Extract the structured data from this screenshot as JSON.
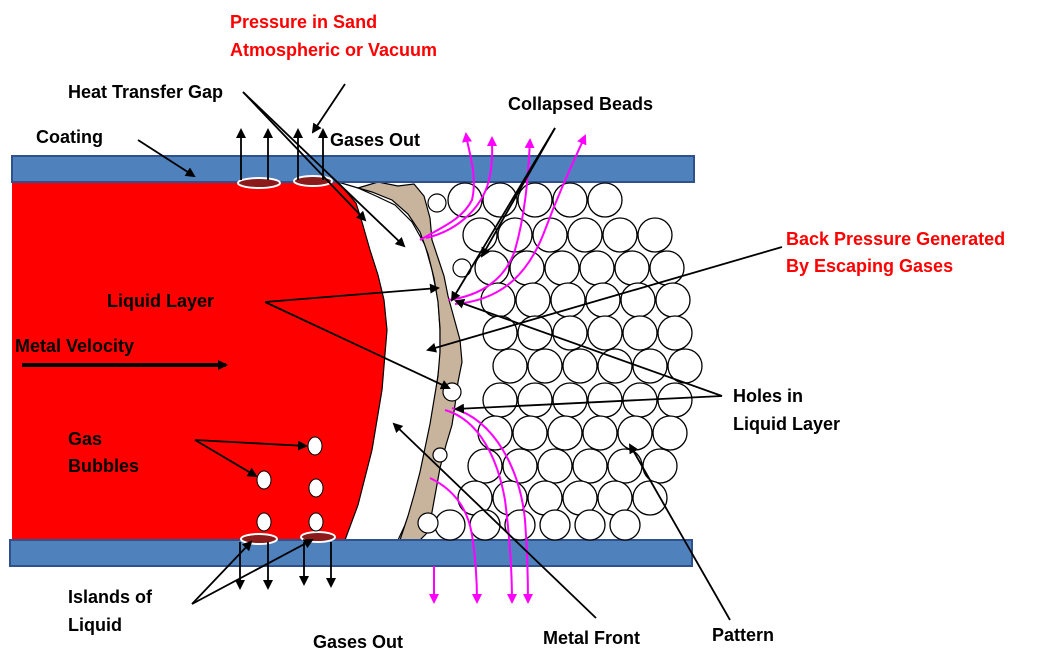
{
  "labels": {
    "pressure_line1": "Pressure in Sand",
    "pressure_line2": "Atmospheric or Vacuum",
    "heat_transfer_gap": "Heat Transfer Gap",
    "coating": "Coating",
    "gases_out_top": "Gases Out",
    "collapsed_beads": "Collapsed Beads",
    "back_pressure_line1": "Back Pressure Generated",
    "back_pressure_line2": "By Escaping Gases",
    "liquid_layer": "Liquid Layer",
    "metal_velocity": "Metal Velocity",
    "holes_line1": "Holes in",
    "holes_line2": "Liquid Layer",
    "gas_line1": "Gas",
    "gas_line2": "Bubbles",
    "islands_line1": "Islands of",
    "islands_line2": "Liquid",
    "gases_out_bottom": "Gases Out",
    "metal_front": "Metal Front",
    "pattern": "Pattern"
  },
  "colors": {
    "metal": "#ff0000",
    "coating": "#4f81bd",
    "coating_stroke": "#2f528f",
    "liquid_layer": "#c8b49c",
    "gas_flow": "#ff00ff",
    "red_text": "#ff0000",
    "island": "#8b1a1a"
  },
  "icons": {
    "metal_velocity_arrow": "arrow-right-icon",
    "gas_vent_arrow": "arrow-up-icon"
  }
}
